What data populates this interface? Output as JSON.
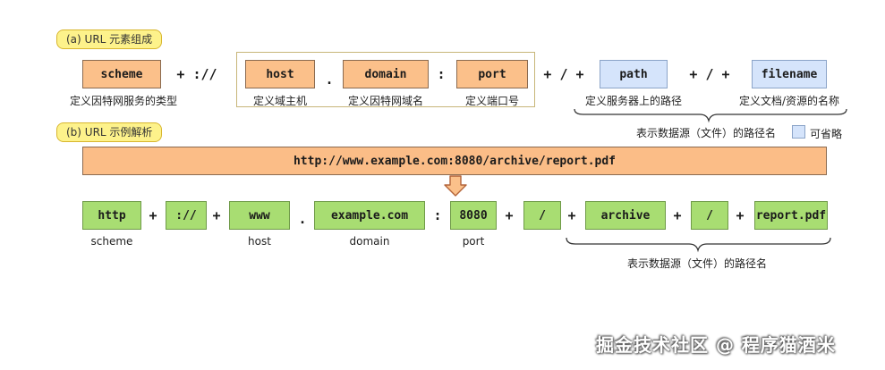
{
  "section_a": {
    "label": "(a) URL 元素组成",
    "scheme": {
      "label": "scheme",
      "caption": "定义因特网服务的类型"
    },
    "sep_scheme": "+ ://",
    "host": {
      "label": "host",
      "caption": "定义域主机"
    },
    "dot": ".",
    "domain": {
      "label": "domain",
      "caption": "定义因特网域名"
    },
    "colon": ":",
    "port": {
      "label": "port",
      "caption": "定义端口号"
    },
    "sep_slash_1": "+ / +",
    "path": {
      "label": "path",
      "caption": "定义服务器上的路径"
    },
    "sep_slash_2": "+ / +",
    "filename": {
      "label": "filename",
      "caption": "定义文档/资源的名称"
    },
    "brace_caption": "表示数据源（文件）的路径名",
    "legend_label": "可省略",
    "optional_color": "#d5e4fb"
  },
  "section_b": {
    "label": "(b) URL 示例解析",
    "full_url": "http://www.example.com:8080/archive/report.pdf",
    "parts": {
      "http": "http",
      "sep1": "+",
      "scheme_sep": "://",
      "sep2": "+",
      "www": "www",
      "dot": ".",
      "domain": "example.com",
      "colon": ":",
      "port": "8080",
      "sep3": "+",
      "slash1": "/",
      "sep4": "+",
      "archive": "archive",
      "sep5": "+",
      "slash2": "/",
      "sep6": "+",
      "file": "report.pdf"
    },
    "captions": {
      "scheme": "scheme",
      "host": "host",
      "domain": "domain",
      "port": "port"
    },
    "brace_caption": "表示数据源（文件）的路径名",
    "part_color": "#a8dd72"
  },
  "watermark": "掘金技术社区 @ 程序猫酒米"
}
